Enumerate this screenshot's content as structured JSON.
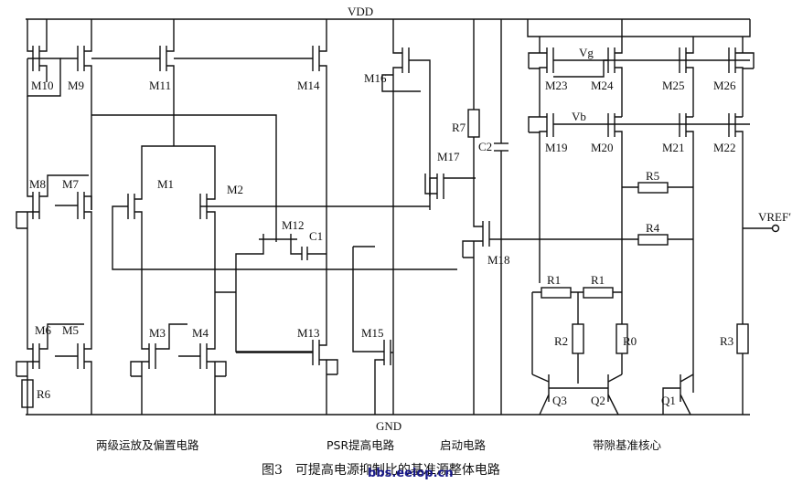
{
  "rails": {
    "vdd": "VDD",
    "gnd": "GND"
  },
  "output": {
    "label": "VREF′"
  },
  "transistors": {
    "M10": "M10",
    "M9": "M9",
    "M11": "M11",
    "M14": "M14",
    "M16": "M16",
    "M23": "M23",
    "M24": "M24",
    "M25": "M25",
    "M26": "M26",
    "M19": "M19",
    "M20": "M20",
    "M21": "M21",
    "M22": "M22",
    "M8": "M8",
    "M7": "M7",
    "M1": "M1",
    "M2": "M2",
    "M12": "M12",
    "M17": "M17",
    "M18": "M18",
    "M6": "M6",
    "M5": "M5",
    "M3": "M3",
    "M4": "M4",
    "M13": "M13",
    "M15": "M15"
  },
  "bjts": {
    "Q1": "Q1",
    "Q2": "Q2",
    "Q3": "Q3"
  },
  "resistors": {
    "R0": "R0",
    "R1a": "R1",
    "R1b": "R1",
    "R2": "R2",
    "R3": "R3",
    "R4": "R4",
    "R5": "R5",
    "R6": "R6",
    "R7": "R7"
  },
  "capacitors": {
    "C1": "C1",
    "C2": "C2"
  },
  "nodes": {
    "vg": "Vg",
    "vb": "Vb"
  },
  "sections": {
    "opamp": "两级运放及偏置电路",
    "psr": "PSR提高电路",
    "startup": "启动电路",
    "core": "带隙基准核心"
  },
  "caption": "图3　可提高电源抑制比的基准源整体电路",
  "watermark": "bbs.eeiop.cn"
}
